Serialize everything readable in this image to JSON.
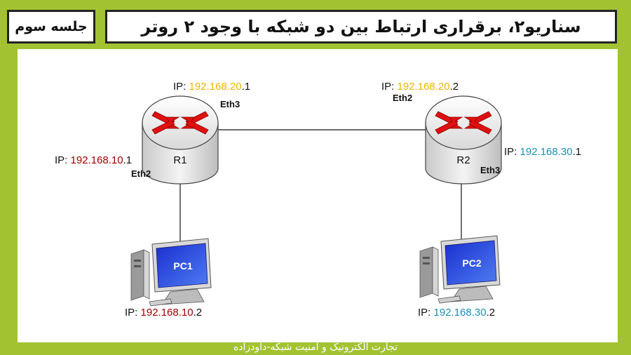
{
  "header": {
    "session_label": "جلسه سوم",
    "title": "سناریو۲، برقراری ارتباط بین دو شبکه با وجود ۲ روتر"
  },
  "routers": [
    {
      "name": "R1"
    },
    {
      "name": "R2"
    }
  ],
  "pcs": [
    {
      "name": "PC1"
    },
    {
      "name": "PC2"
    }
  ],
  "labels": {
    "r1_eth3": {
      "prefix": "IP: ",
      "net": "192.168.20",
      "host": ".1",
      "iface": "Eth3"
    },
    "r1_eth2": {
      "prefix": "IP: ",
      "net": "192.168.10",
      "host": ".1",
      "iface": "Eth2"
    },
    "r2_eth2": {
      "prefix": "IP: ",
      "net": "192.168.20",
      "host": ".2",
      "iface": "Eth2"
    },
    "r2_eth3": {
      "prefix": "IP: ",
      "net": "192.168.30",
      "host": ".1",
      "iface": "Eth3"
    },
    "pc1": {
      "prefix": "IP: ",
      "net": "192.168.10",
      "host": ".2"
    },
    "pc2": {
      "prefix": "IP: ",
      "net": "192.168.30",
      "host": ".2"
    }
  },
  "footer": {
    "text": "تجارت الکترونیک و امنیت شبکه-داودزاده"
  },
  "colors": {
    "net_20": "#f0b400",
    "net_10": "#a00000",
    "net_30": "#1a8fb8",
    "frame": "#a3c232"
  }
}
